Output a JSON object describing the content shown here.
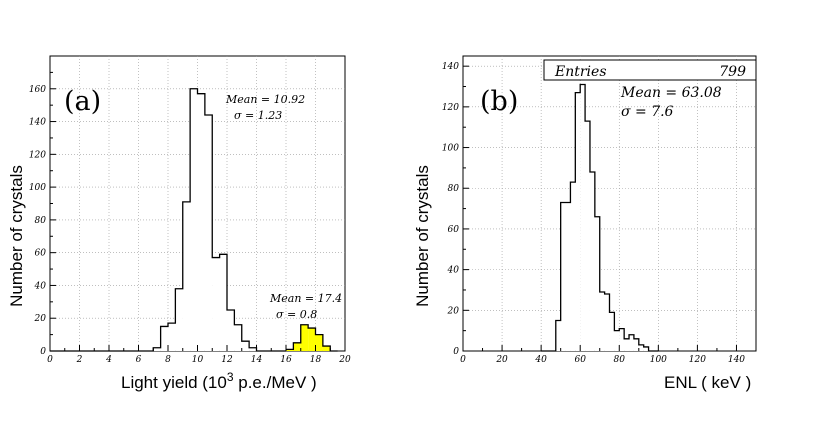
{
  "chart_data": [
    {
      "type": "histogram",
      "panel_label": "(a)",
      "xlabel": "Light yield (10",
      "xlabel_sup": "3",
      "xlabel_tail": " p.e./MeV )",
      "ylabel": "Number of crystals",
      "xlim": [
        0,
        20
      ],
      "ylim": [
        0,
        180
      ],
      "x_ticks": [
        0,
        2,
        4,
        6,
        8,
        10,
        12,
        14,
        16,
        18,
        20
      ],
      "y_ticks": [
        0,
        20,
        40,
        60,
        80,
        100,
        120,
        140,
        160
      ],
      "grid": true,
      "bin_width": 0.5,
      "series": [
        {
          "x": [
            0.0,
            0.5,
            1.0,
            1.5,
            2.0,
            2.5,
            3.0,
            3.5,
            4.0,
            4.5,
            5.0,
            5.5,
            6.0,
            6.5,
            7.0,
            7.5,
            8.0,
            8.5,
            9.0,
            9.5,
            10.0,
            10.5,
            11.0,
            11.5,
            12.0,
            12.5,
            13.0,
            13.5,
            14.0,
            14.5,
            15.0,
            15.5
          ],
          "counts": [
            0,
            0,
            0,
            0,
            0,
            0,
            0,
            0,
            0,
            0,
            0,
            0,
            0,
            0,
            2,
            15,
            17,
            38,
            91,
            160,
            157,
            144,
            57,
            59,
            25,
            16,
            6,
            2,
            0,
            0,
            0,
            0
          ],
          "stats": {
            "mean": "Mean = 10.92",
            "sigma": "σ = 1.23"
          },
          "color": "#ffffff"
        },
        {
          "x": [
            16.0,
            16.5,
            17.0,
            17.5,
            18.0,
            18.5,
            19.0
          ],
          "counts": [
            1,
            5,
            16,
            14,
            10,
            3,
            0
          ],
          "stats": {
            "mean": "Mean = 17.4",
            "sigma": "σ = 0.8"
          },
          "color": "#ffff00"
        }
      ]
    },
    {
      "type": "histogram",
      "panel_label": "(b)",
      "xlabel": "ENL ( keV )",
      "ylabel": "Number of crystals",
      "xlim": [
        0,
        150
      ],
      "ylim": [
        0,
        145
      ],
      "x_ticks": [
        0,
        20,
        40,
        60,
        80,
        100,
        120,
        140
      ],
      "y_ticks": [
        0,
        20,
        40,
        60,
        80,
        100,
        120,
        140
      ],
      "grid": true,
      "bin_width": 2.5,
      "series": [
        {
          "x": [
            40.0,
            42.5,
            45.0,
            47.5,
            50.0,
            52.5,
            55.0,
            57.5,
            60.0,
            62.5,
            65.0,
            67.5,
            70.0,
            72.5,
            75.0,
            77.5,
            80.0,
            82.5,
            85.0,
            87.5,
            90.0,
            92.5,
            95.0,
            97.5
          ],
          "counts": [
            0,
            0,
            0,
            15,
            73,
            73,
            83,
            127,
            131,
            113,
            88,
            66,
            29,
            28,
            19,
            10,
            11,
            6,
            8,
            6,
            3,
            2,
            0,
            0
          ],
          "stats": {
            "mean": "Mean = 63.08",
            "sigma": "σ = 7.6"
          },
          "color": "#ffffff"
        }
      ],
      "stats_box": {
        "label": "Entries",
        "value": "799"
      }
    }
  ]
}
